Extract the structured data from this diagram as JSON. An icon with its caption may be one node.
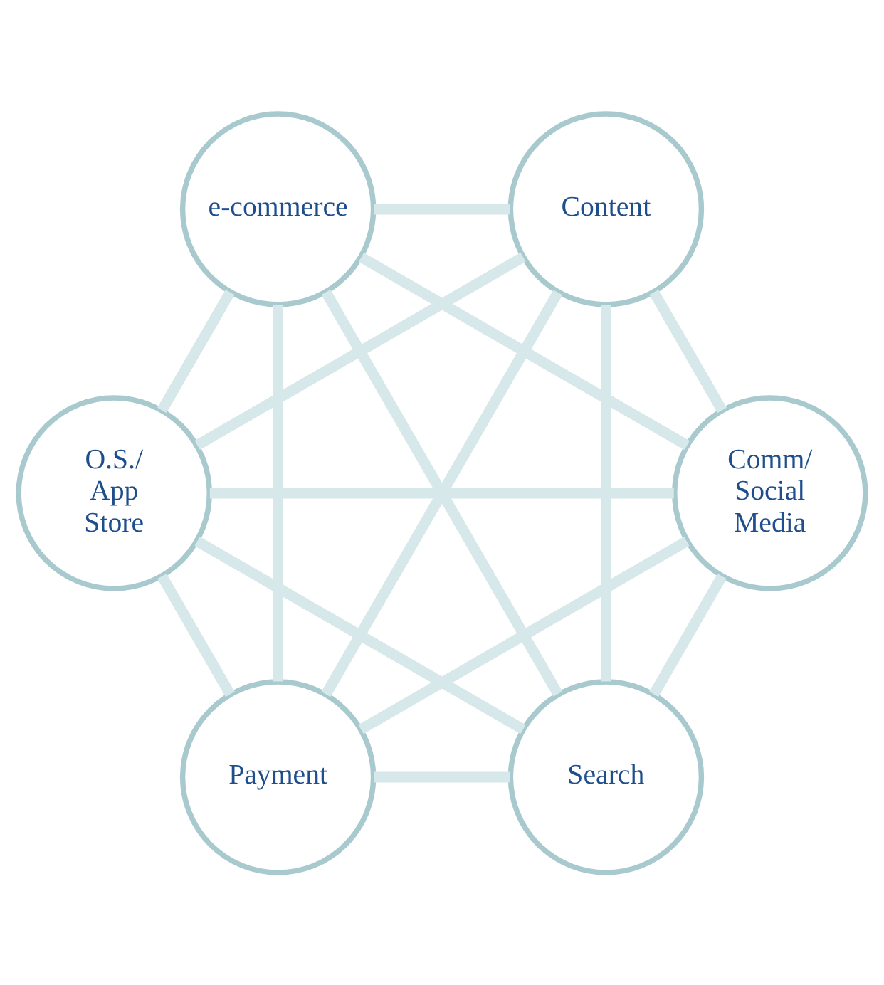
{
  "diagram": {
    "nodes": [
      {
        "text": [
          "Search"
        ]
      },
      {
        "text": [
          "Comm/ Social Media"
        ]
      },
      {
        "text": [
          "O.S./ App Store"
        ]
      },
      {
        "text": [
          "e-commerce"
        ]
      },
      {
        "text": [
          "Content"
        ]
      },
      {
        "text": [
          "Payment"
        ]
      }
    ],
    "edges": [
      {
        "from": 0,
        "to": 1,
        "arrow": "none"
      },
      {
        "from": 1,
        "to": 2,
        "arrow": "none"
      },
      {
        "from": 2,
        "to": 3,
        "arrow": "none"
      },
      {
        "from": 3,
        "to": 4,
        "arrow": "none"
      },
      {
        "from": 4,
        "to": 5,
        "arrow": "none"
      },
      {
        "from": 5,
        "to": 0,
        "arrow": "none"
      },
      {
        "from": 0,
        "to": 2,
        "arrow": "none"
      },
      {
        "from": 0,
        "to": 3,
        "arrow": "none"
      },
      {
        "from": 0,
        "to": 4,
        "arrow": "none"
      },
      {
        "from": 5,
        "to": 1,
        "arrow": "none"
      },
      {
        "from": 5,
        "to": 2,
        "arrow": "none"
      },
      {
        "from": 5,
        "to": 3,
        "arrow": "none"
      },
      {
        "from": 1,
        "to": 4,
        "arrow": "none"
      },
      {
        "from": 1,
        "to": 3,
        "arrow": "none"
      },
      {
        "from": 4,
        "to": 2,
        "arrow": "none"
      }
    ]
  }
}
